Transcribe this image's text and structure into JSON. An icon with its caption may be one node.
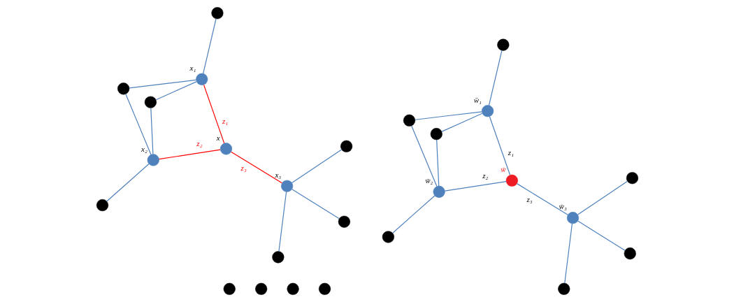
{
  "diagram": {
    "nodes": [
      {
        "text": [],
        "shape": "circle"
      },
      {
        "text": [],
        "shape": "circle"
      },
      {
        "text": [],
        "shape": "circle"
      },
      {
        "text": [],
        "shape": "circle",
        "beside": [
          "x₁"
        ]
      },
      {
        "text": [],
        "shape": "circle",
        "beside": [
          "x₂"
        ]
      },
      {
        "text": [],
        "shape": "circle"
      },
      {
        "text": [],
        "shape": "circle"
      },
      {
        "text": [],
        "shape": "circle",
        "beside": [
          "x"
        ]
      },
      {
        "text": [],
        "shape": "circle"
      },
      {
        "text": [],
        "shape": "circle",
        "beside": [
          "x₃"
        ]
      },
      {
        "text": [],
        "shape": "circle"
      },
      {
        "text": [],
        "shape": "circle"
      },
      {
        "text": [],
        "shape": "circle"
      },
      {
        "text": [],
        "shape": "circle"
      },
      {
        "text": [],
        "shape": "circle"
      },
      {
        "text": [],
        "shape": "circle"
      },
      {
        "text": [],
        "shape": "circle",
        "beside": [
          "w̄₁"
        ]
      },
      {
        "text": [],
        "shape": "circle",
        "beside": [
          "w̄₂"
        ]
      },
      {
        "text": [],
        "shape": "circle"
      },
      {
        "text": [],
        "shape": "circle"
      },
      {
        "text": [],
        "shape": "circle",
        "beside": [
          "w̄"
        ]
      },
      {
        "text": [],
        "shape": "circle"
      },
      {
        "text": [],
        "shape": "circle",
        "beside": [
          "w̄₃"
        ]
      },
      {
        "text": [],
        "shape": "circle"
      },
      {
        "text": [],
        "shape": "circle"
      },
      {
        "text": [],
        "shape": "circle"
      }
    ],
    "edges": [
      {
        "from": 0,
        "to": 4,
        "arrow": "none"
      },
      {
        "from": 0,
        "to": 3,
        "arrow": "none"
      },
      {
        "from": 1,
        "to": 4,
        "arrow": "none"
      },
      {
        "from": 1,
        "to": 3,
        "arrow": "none"
      },
      {
        "from": 2,
        "to": 4,
        "arrow": "none"
      },
      {
        "from": 3,
        "to": 5,
        "arrow": "none"
      },
      {
        "from": 7,
        "to": 3,
        "arrow": "none",
        "label": "z₁",
        "color": "#ff0000"
      },
      {
        "from": 7,
        "to": 4,
        "arrow": "none",
        "label": "z₂",
        "color": "#ff0000"
      },
      {
        "from": 7,
        "to": 9,
        "arrow": "none",
        "label": "z₃",
        "color": "#ff0000"
      },
      {
        "from": 8,
        "to": 9,
        "arrow": "none"
      },
      {
        "from": 9,
        "to": 10,
        "arrow": "none"
      },
      {
        "from": 9,
        "to": 12,
        "arrow": "none"
      },
      {
        "from": 13,
        "to": 17,
        "arrow": "none"
      },
      {
        "from": 13,
        "to": 16,
        "arrow": "none"
      },
      {
        "from": 14,
        "to": 17,
        "arrow": "none"
      },
      {
        "from": 14,
        "to": 16,
        "arrow": "none"
      },
      {
        "from": 15,
        "to": 17,
        "arrow": "none"
      },
      {
        "from": 16,
        "to": 18,
        "arrow": "none"
      },
      {
        "from": 20,
        "to": 16,
        "arrow": "none",
        "label": "z₁"
      },
      {
        "from": 20,
        "to": 17,
        "arrow": "none",
        "label": "z₂"
      },
      {
        "from": 20,
        "to": 22,
        "arrow": "none",
        "label": "z₃"
      },
      {
        "from": 21,
        "to": 22,
        "arrow": "none"
      },
      {
        "from": 22,
        "to": 23,
        "arrow": "none"
      },
      {
        "from": 22,
        "to": 25,
        "arrow": "none"
      }
    ]
  }
}
